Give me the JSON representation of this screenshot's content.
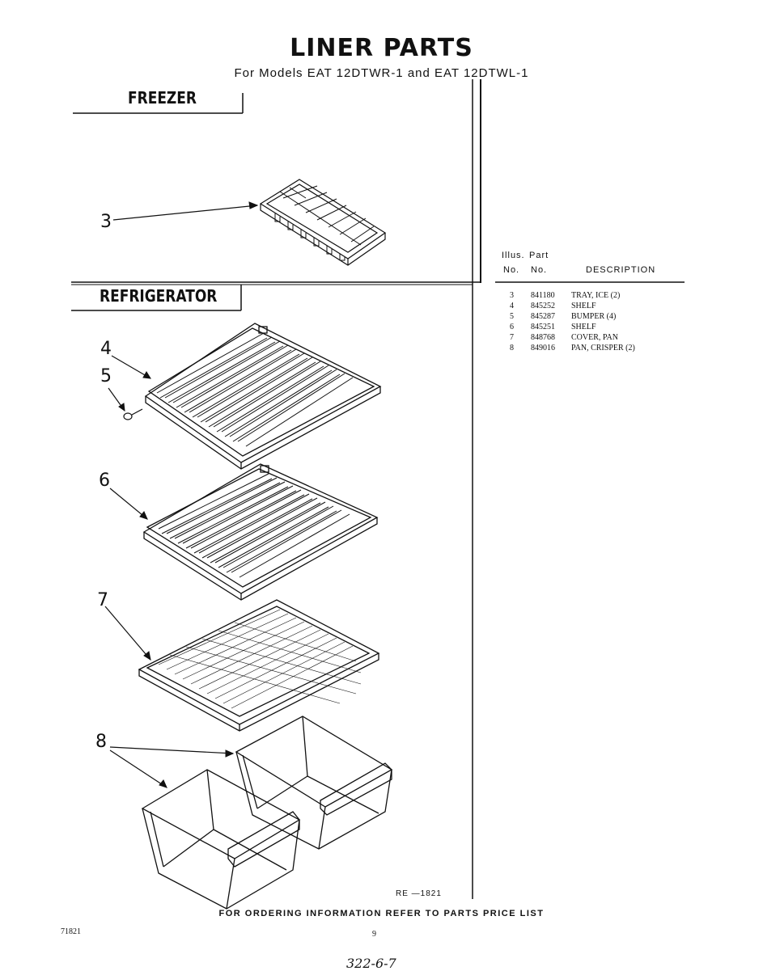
{
  "header": {
    "title": "LINER PARTS",
    "subtitle": "For Models EAT 12DTWR-1 and EAT 12DTWL-1"
  },
  "sections": {
    "freezer": "FREEZER",
    "refrigerator": "REFRIGERATOR"
  },
  "callouts": [
    "3",
    "4",
    "5",
    "6",
    "7",
    "8"
  ],
  "parts_table": {
    "headers": {
      "illus_line1": "Illus.",
      "illus_line2": "No.",
      "part_line1": "Part",
      "part_line2": "No.",
      "description": "DESCRIPTION"
    },
    "rows": [
      {
        "illus": "3",
        "part": "841180",
        "description": "TRAY, ICE (2)"
      },
      {
        "illus": "4",
        "part": "845252",
        "description": "SHELF"
      },
      {
        "illus": "5",
        "part": "845287",
        "description": "BUMPER (4)"
      },
      {
        "illus": "6",
        "part": "845251",
        "description": "SHELF"
      },
      {
        "illus": "7",
        "part": "848768",
        "description": "COVER, PAN"
      },
      {
        "illus": "8",
        "part": "849016",
        "description": "PAN, CRISPER (2)"
      }
    ]
  },
  "footer": {
    "ref_code": "RE —1821",
    "ordering_note": "FOR ORDERING INFORMATION REFER TO PARTS PRICE LIST",
    "form_number": "71821",
    "page_number": "9",
    "handwritten": "322-6-7"
  }
}
